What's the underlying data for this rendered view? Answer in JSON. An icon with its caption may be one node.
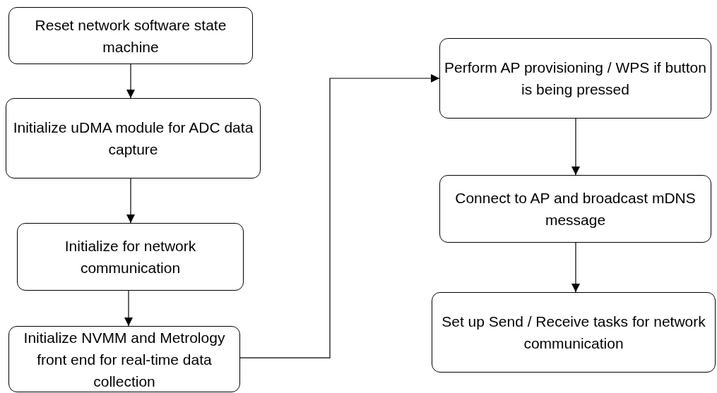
{
  "diagram": {
    "nodes": [
      {
        "text": [
          "Reset network software state machine"
        ]
      },
      {
        "text": [
          "Initialize uDMA module for ADC data capture"
        ]
      },
      {
        "text": [
          "Initialize for network communication"
        ]
      },
      {
        "text": [
          "Initialize NVMM and Metrology front end for real-time data collection"
        ]
      },
      {
        "text": [
          "Perform AP provisioning / WPS if button is being pressed"
        ]
      },
      {
        "text": [
          "Connect to AP and broadcast mDNS message"
        ]
      },
      {
        "text": [
          "Set up Send / Receive tasks for network communication"
        ]
      }
    ],
    "edges": [
      {
        "from": 0,
        "to": 1,
        "arrow": "to"
      },
      {
        "from": 1,
        "to": 2,
        "arrow": "to"
      },
      {
        "from": 2,
        "to": 3,
        "arrow": "to"
      },
      {
        "from": 3,
        "to": 4,
        "arrow": "to"
      },
      {
        "from": 4,
        "to": 5,
        "arrow": "to"
      },
      {
        "from": 5,
        "to": 6,
        "arrow": "to"
      }
    ]
  }
}
